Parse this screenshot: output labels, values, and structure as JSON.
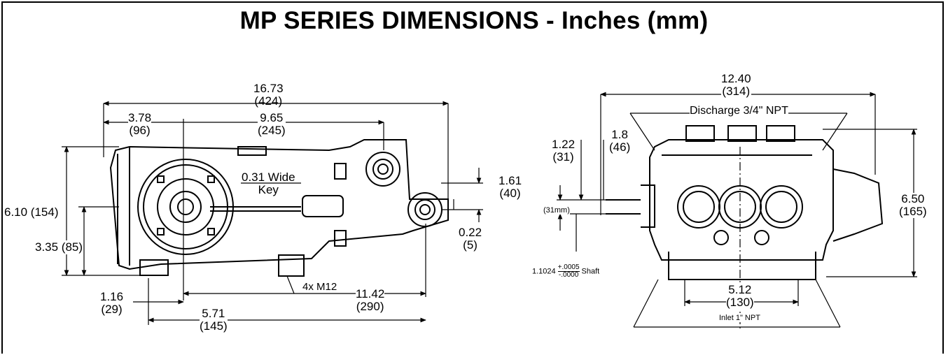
{
  "title": "MP SERIES DIMENSIONS - Inches (mm)",
  "side_view": {
    "overall_length": {
      "in": "16.73",
      "mm": "(424)"
    },
    "rear_to_shaft": {
      "in": "3.78",
      "mm": "(96)"
    },
    "shaft_to_head": {
      "in": "9.65",
      "mm": "(245)"
    },
    "key_width": "0.31 Wide",
    "key_label": "Key",
    "height": "6.10 (154)",
    "shaft_height": "3.35 (85)",
    "foot_offset": {
      "in": "1.16",
      "mm": "(29)"
    },
    "foot_half": {
      "in": "5.71",
      "mm": "(145)"
    },
    "foot_span": {
      "in": "11.42",
      "mm": "(290)"
    },
    "bolts": "4x M12",
    "port_offset": {
      "in": "1.61",
      "mm": "(40)"
    },
    "port_small": {
      "in": "0.22",
      "mm": "(5)"
    }
  },
  "front_view": {
    "overall_width": {
      "in": "12.40",
      "mm": "(314)"
    },
    "discharge": "Discharge 3/4\" NPT",
    "shaft_offset": {
      "in": "1.22",
      "mm": "(31)"
    },
    "side_offset": {
      "in": "1.8",
      "mm": "(46)"
    },
    "shaft_mm": "(31mm)",
    "shaft_dia": "1.1024",
    "shaft_tol_plus": "+.0005",
    "shaft_tol_minus": "-.0000",
    "shaft_word": "Shaft",
    "height": {
      "in": "6.50",
      "mm": "(165)"
    },
    "foot_width": {
      "in": "5.12",
      "mm": "(130)"
    },
    "inlet": "Inlet 1\" NPT"
  }
}
